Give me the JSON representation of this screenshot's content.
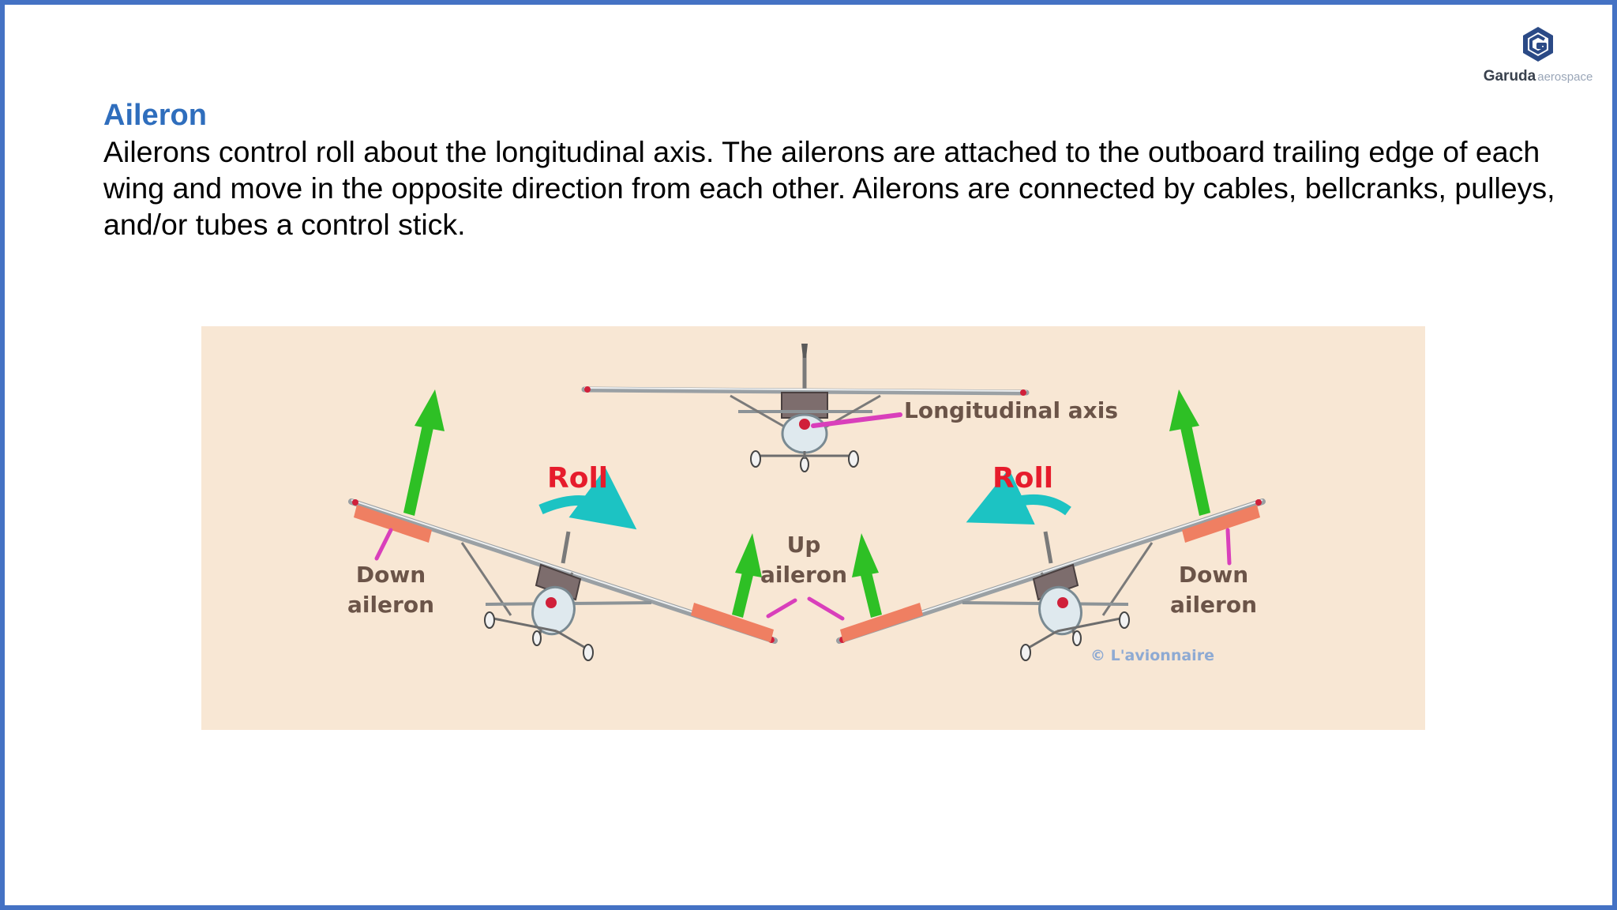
{
  "logo": {
    "name": "Garuda",
    "suffix": "aerospace",
    "icon": "garuda-hexagon-logo"
  },
  "slide": {
    "title": "Aileron",
    "body": "Ailerons control roll about the longitudinal axis. The ailerons are attached to the outboard trailing edge of each wing and move in the opposite direction from each other. Ailerons are connected by cables, bellcranks, pulleys, and/or tubes a control stick."
  },
  "diagram": {
    "labels": {
      "longitudinal_axis": "Longitudinal axis",
      "roll_left": "Roll",
      "roll_right": "Roll",
      "down_left_1": "Down",
      "down_left_2": "aileron",
      "up_1": "Up",
      "up_2": "aileron",
      "down_right_1": "Down",
      "down_right_2": "aileron",
      "credit": "© L'avionnaire"
    },
    "colors": {
      "background": "#f8e7d4",
      "lift_arrow": "#2ec025",
      "roll_arrow": "#1cc3c3",
      "aileron": "#ef7f62",
      "pointer": "#d93fbb",
      "roll_text": "#e61c2c"
    }
  }
}
